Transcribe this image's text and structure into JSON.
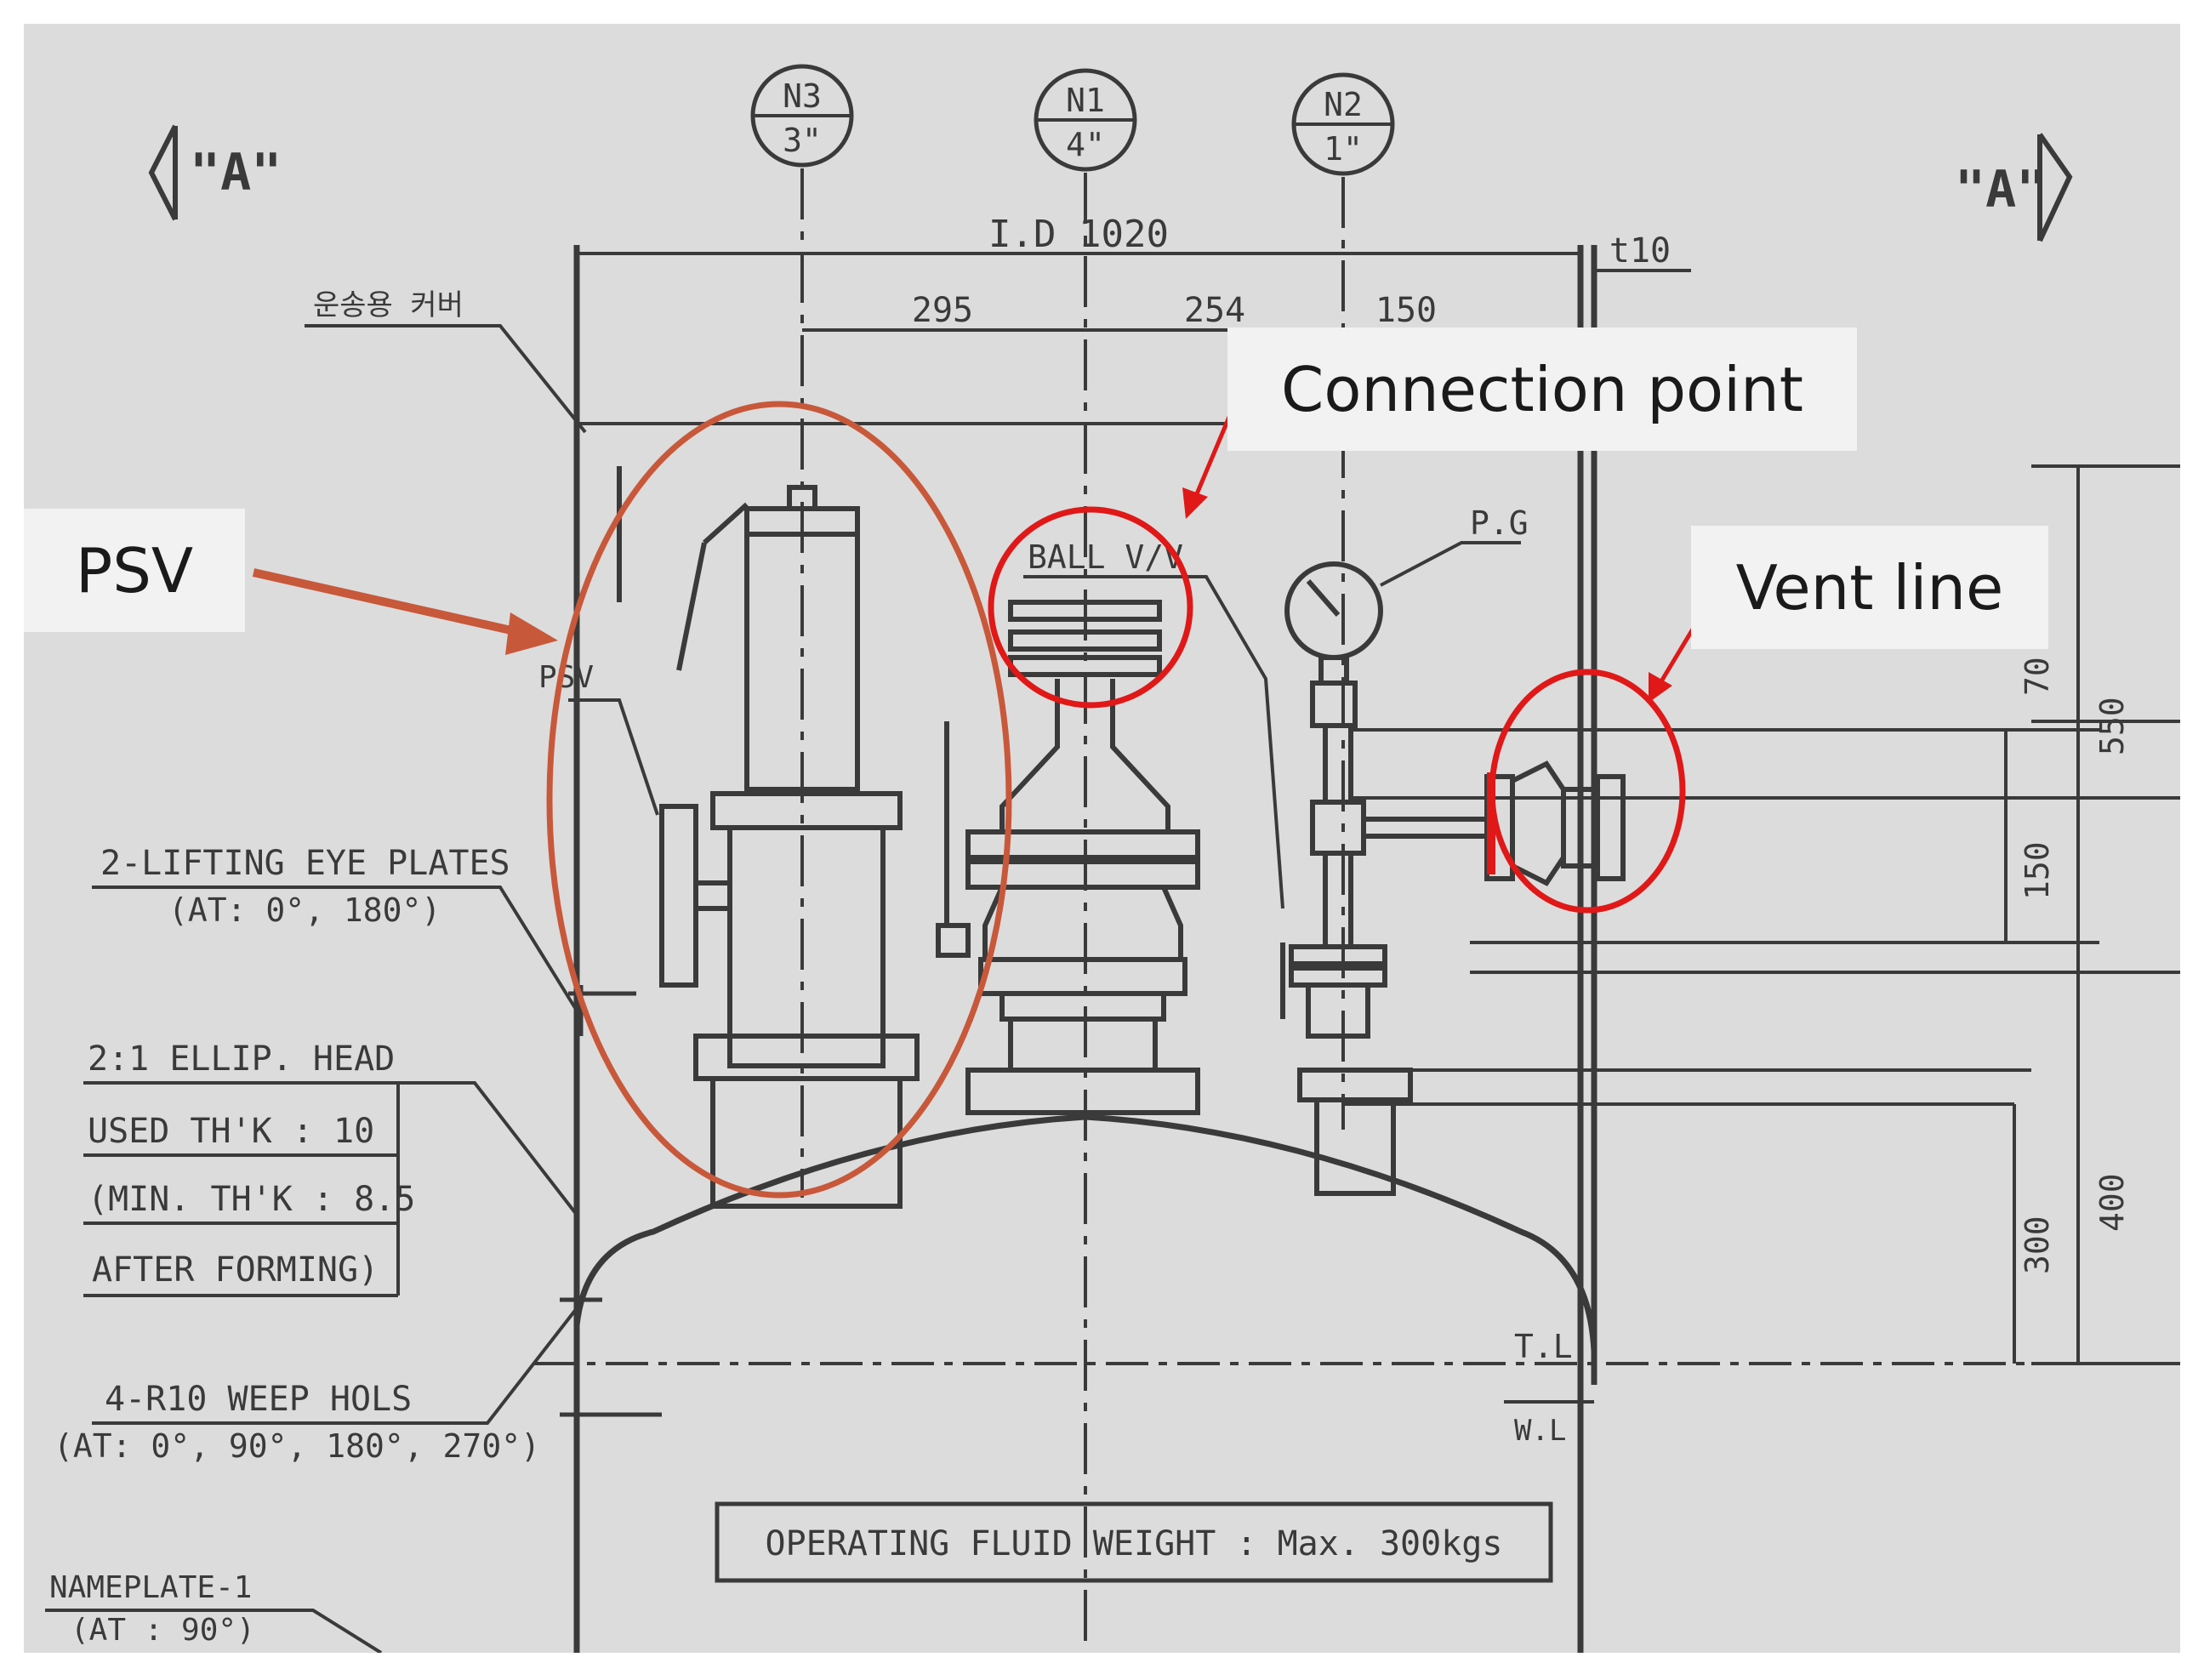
{
  "nozzles": [
    {
      "id": "N3",
      "size": "3\""
    },
    {
      "id": "N1",
      "size": "4\""
    },
    {
      "id": "N2",
      "size": "1\""
    }
  ],
  "section_marks": {
    "left": "\"A\"",
    "right": "\"A\""
  },
  "dimensions": {
    "inner_diameter": "I.D 1020",
    "thickness": "t10",
    "d295": "295",
    "d254": "254",
    "d150": "150",
    "v70": "70",
    "v150": "150",
    "v550": "550",
    "v300": "300",
    "v400": "400"
  },
  "labels": {
    "cover": "운송용 커버",
    "psv": "PSV",
    "ball_valve": "BALL V/V",
    "pressure_gauge": "P.G",
    "lifting_eye_1": "2-LIFTING EYE PLATES",
    "lifting_eye_2": "(AT: 0°, 180°)",
    "head_1": "2:1 ELLIP. HEAD",
    "head_2": "USED TH'K : 10",
    "head_3": "(MIN. TH'K : 8.5",
    "head_4": "AFTER FORMING)",
    "weep_1": "4-R10 WEEP HOLS",
    "weep_2": "(AT: 0°, 90°, 180°, 270°)",
    "nameplate_1": "NAMEPLATE-1",
    "nameplate_2": "(AT : 90°)",
    "tangent_line": "T.L",
    "weld_line": "W.L",
    "operating_weight": "OPERATING FLUID WEIGHT : Max. 300kgs"
  },
  "callouts": {
    "psv": "PSV",
    "connection_point": "Connection point",
    "vent_line": "Vent line"
  },
  "colors": {
    "background": "#dcdcdc",
    "line": "#3a3a3a",
    "highlight_psv": "#c8583a",
    "highlight_red": "#e01818"
  }
}
